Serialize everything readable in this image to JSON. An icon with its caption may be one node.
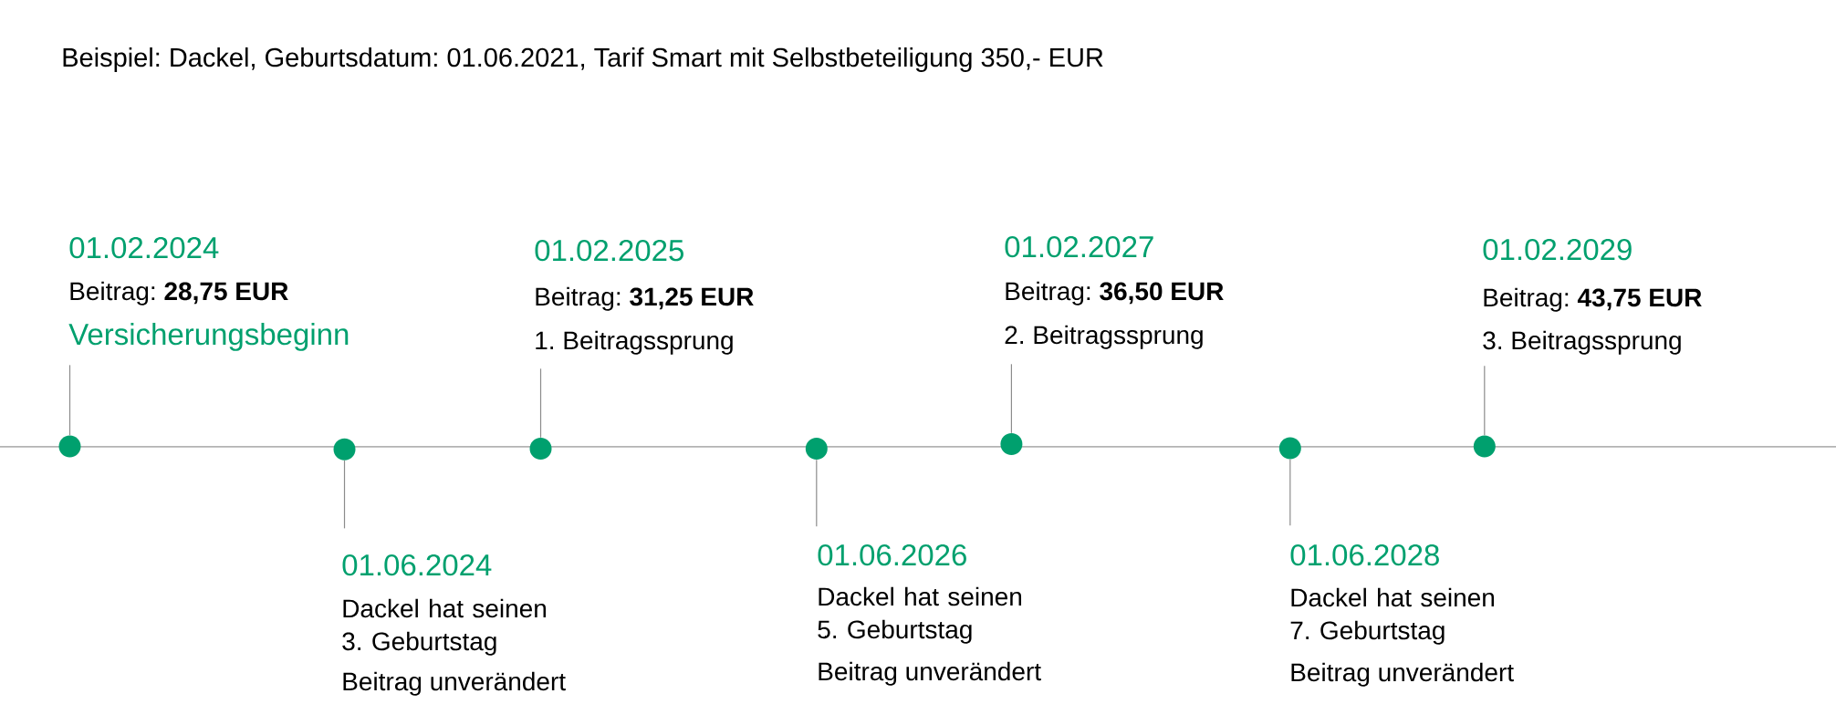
{
  "diagram": {
    "title": "Beispiel: Dackel, Geburtsdatum: 01.06.2021, Tarif Smart mit Selbstbeteiligung 350,- EUR",
    "nodes": [
      {
        "text": [
          "01.02.2024",
          "Beitrag: **28,75 EUR**",
          "Versicherungsbeginn"
        ]
      },
      {
        "text": [],
        "shape": "circle"
      },
      {
        "text": [
          "01.06.2024",
          "Dackel hat seinen 3. Geburtstag",
          "Beitrag unverändert"
        ]
      },
      {
        "text": [],
        "shape": "circle"
      },
      {
        "text": [
          "01.02.2025",
          "Beitrag: **31,25 EUR**",
          "1. Beitragssprung"
        ]
      },
      {
        "text": [],
        "shape": "circle"
      },
      {
        "text": [
          "01.06.2026",
          "Dackel hat seinen 5. Geburtstag",
          "Beitrag unverändert"
        ]
      },
      {
        "text": [],
        "shape": "circle"
      },
      {
        "text": [
          "01.02.2027",
          "Beitrag: **36,50 EUR**",
          "2. Beitragssprung"
        ]
      },
      {
        "text": [],
        "shape": "circle"
      },
      {
        "text": [
          "01.06.2028",
          "Dackel hat seinen 7. Geburtstag",
          "Beitrag unverändert"
        ]
      },
      {
        "text": [],
        "shape": "circle"
      },
      {
        "text": [
          "01.02.2029",
          "Beitrag: **43,75 EUR**",
          "3. Beitragssprung"
        ]
      },
      {
        "text": [],
        "shape": "circle"
      }
    ],
    "edges": [
      {
        "from": 0,
        "to": 1,
        "arrow": "none"
      },
      {
        "from": 2,
        "to": 3,
        "arrow": "none"
      },
      {
        "from": 4,
        "to": 5,
        "arrow": "none"
      },
      {
        "from": 6,
        "to": 7,
        "arrow": "none"
      },
      {
        "from": 8,
        "to": 9,
        "arrow": "none"
      },
      {
        "from": 10,
        "to": 11,
        "arrow": "none"
      },
      {
        "from": 12,
        "to": 13,
        "arrow": "none"
      }
    ]
  }
}
